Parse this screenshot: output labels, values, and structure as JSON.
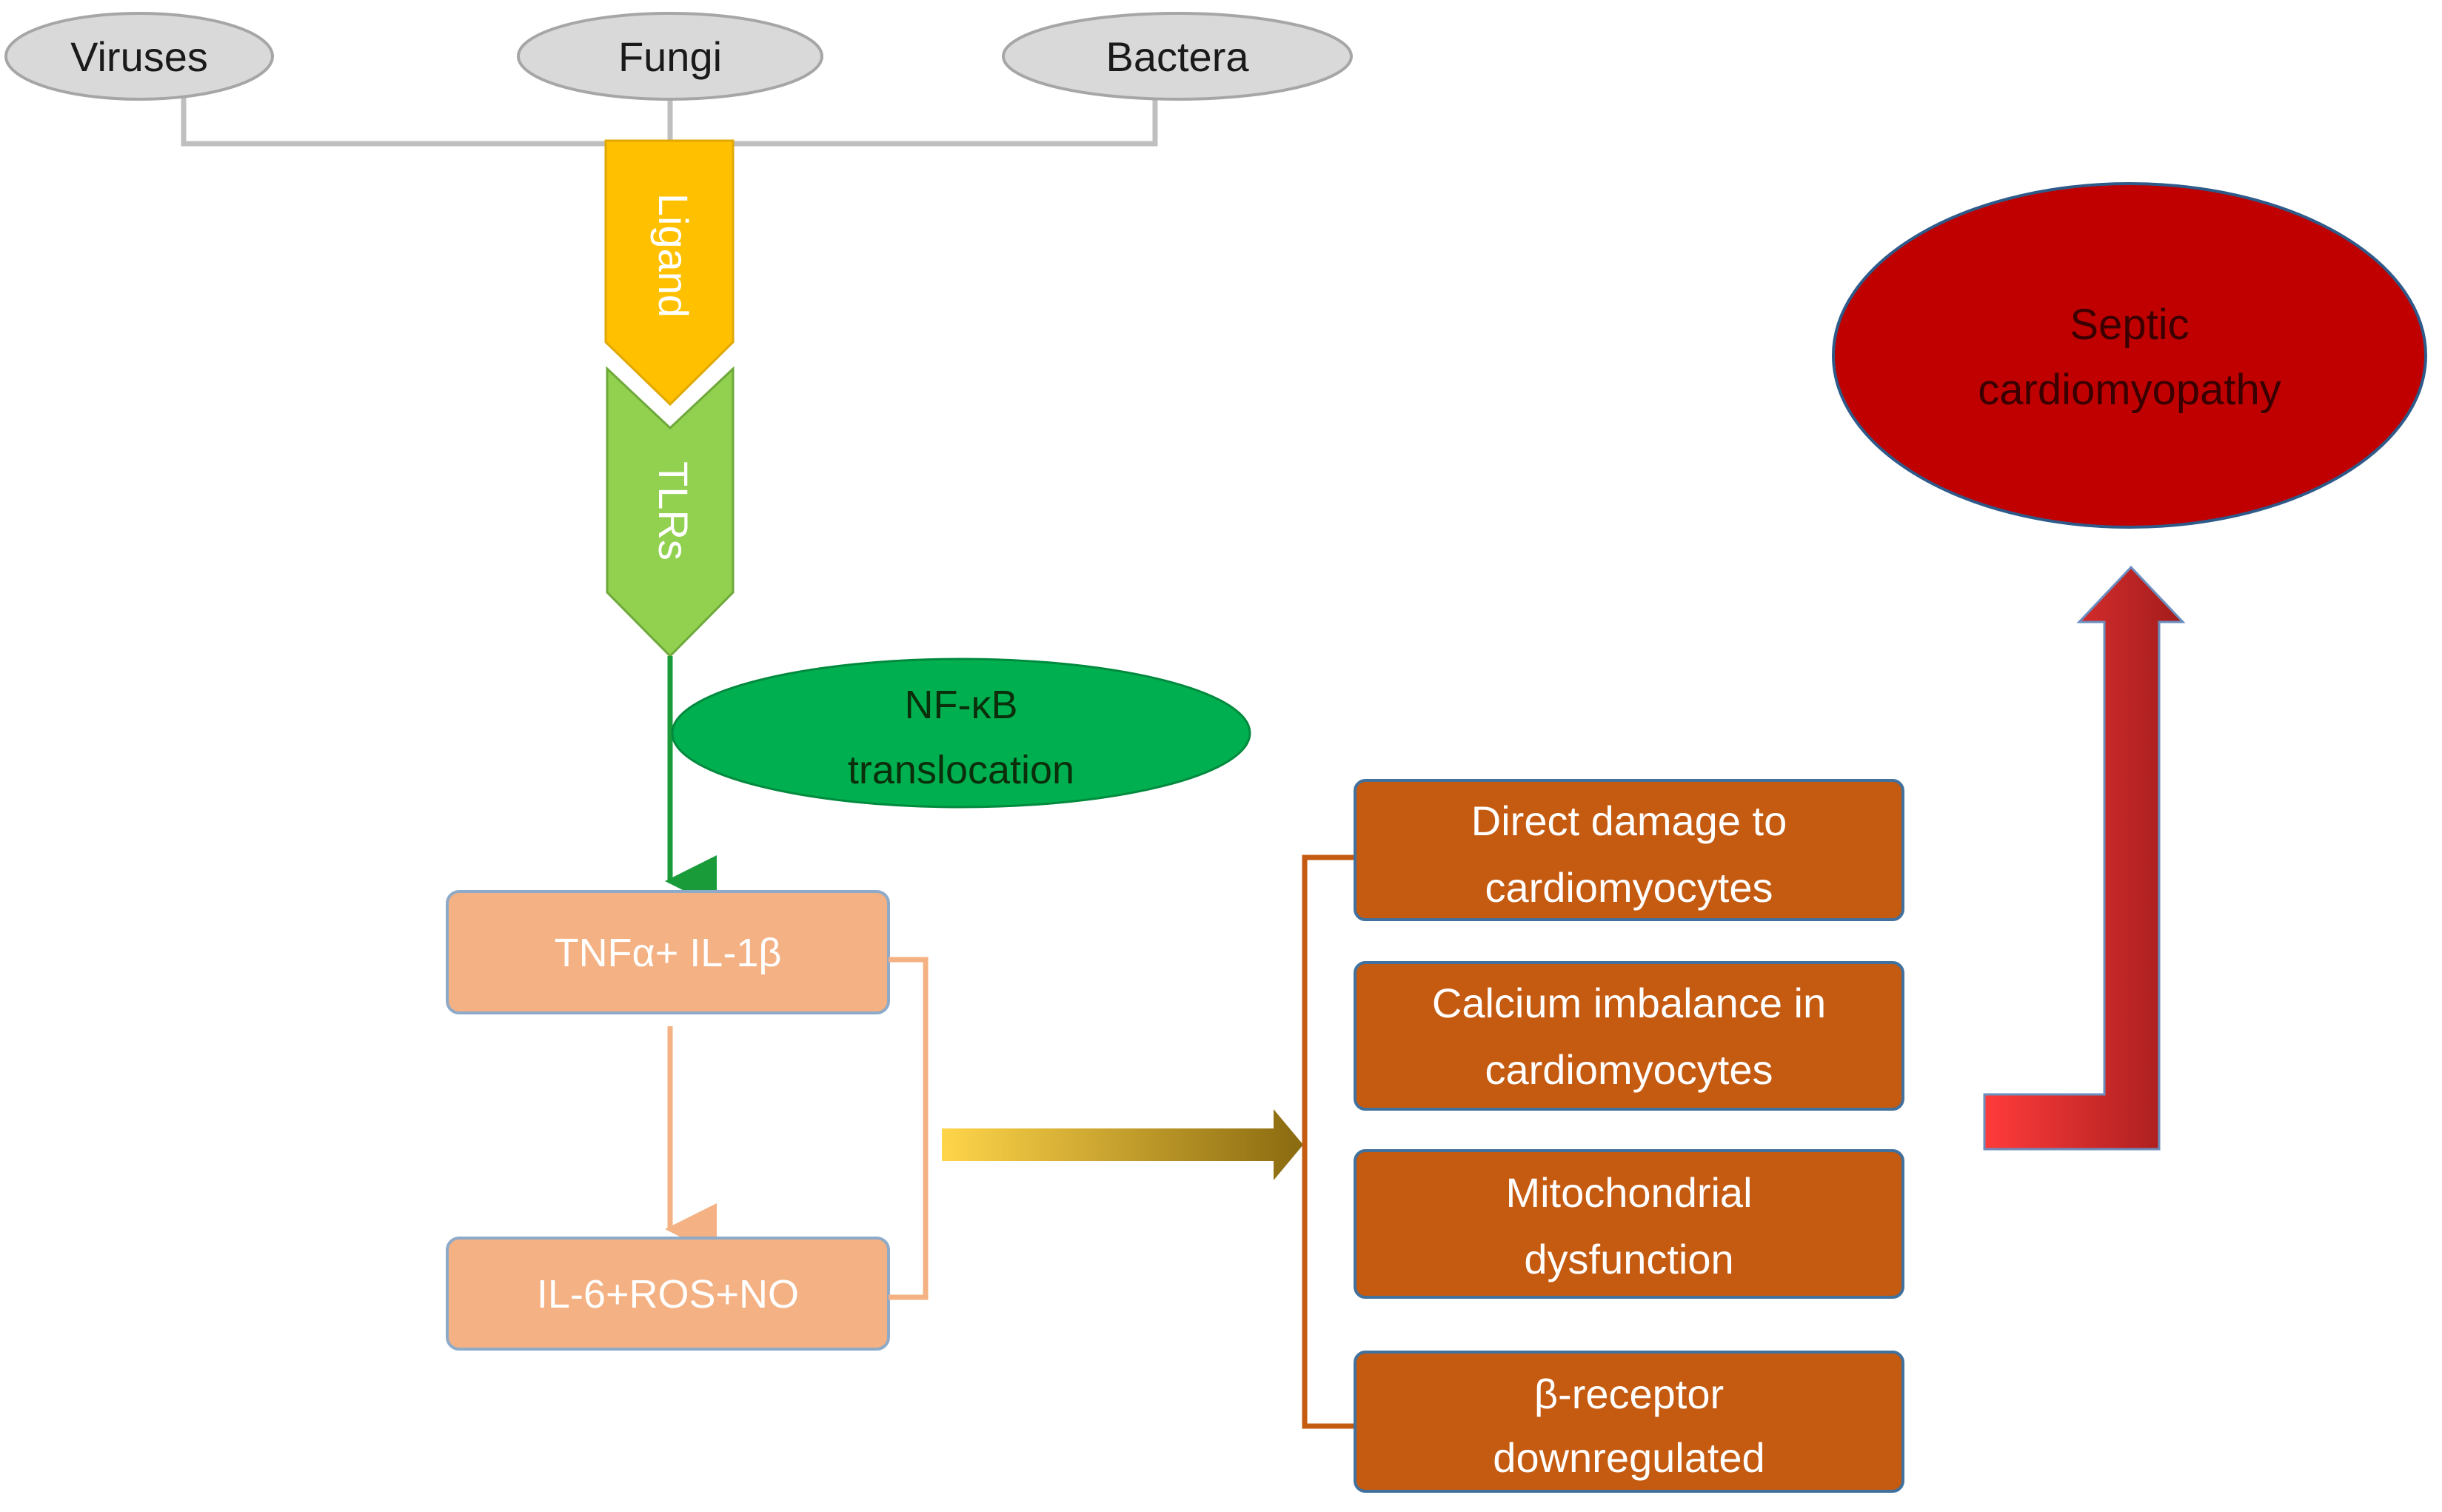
{
  "pathogens": {
    "viruses": "Viruses",
    "fungi": "Fungi",
    "bacteria": "Bactera"
  },
  "receptor_chain": {
    "ligand": "Ligand",
    "tlrs": "TLRs"
  },
  "nfkb": {
    "line1": "NF-κB",
    "line2": "translocation"
  },
  "cytokines": {
    "primary": "TNFα+ IL-1β",
    "secondary": "IL-6+ROS+NO"
  },
  "effects": [
    {
      "line1": "Direct damage to",
      "line2": "cardiomyocytes"
    },
    {
      "line1": "Calcium imbalance in",
      "line2": "cardiomyocytes"
    },
    {
      "line1": "Mitochondrial",
      "line2": "dysfunction"
    },
    {
      "line1": "β-receptor",
      "line2": "downregulated"
    }
  ],
  "outcome": {
    "line1": "Septic",
    "line2": "cardiomyopathy"
  },
  "colors": {
    "pathogen_fill": "#d9d9d9",
    "connector_grey": "#bfbfbf",
    "ligand": "#ffc000",
    "tlrs": "#92d050",
    "nfkb": "#00b050",
    "cytokine_box": "#f4b183",
    "effect_box": "#c55a11",
    "outcome": "#c00000",
    "up_arrow_light": "#ff3b3b",
    "up_arrow_dark": "#b02020",
    "right_arrow_light": "#ffd54a",
    "right_arrow_dark": "#8a6a10"
  }
}
